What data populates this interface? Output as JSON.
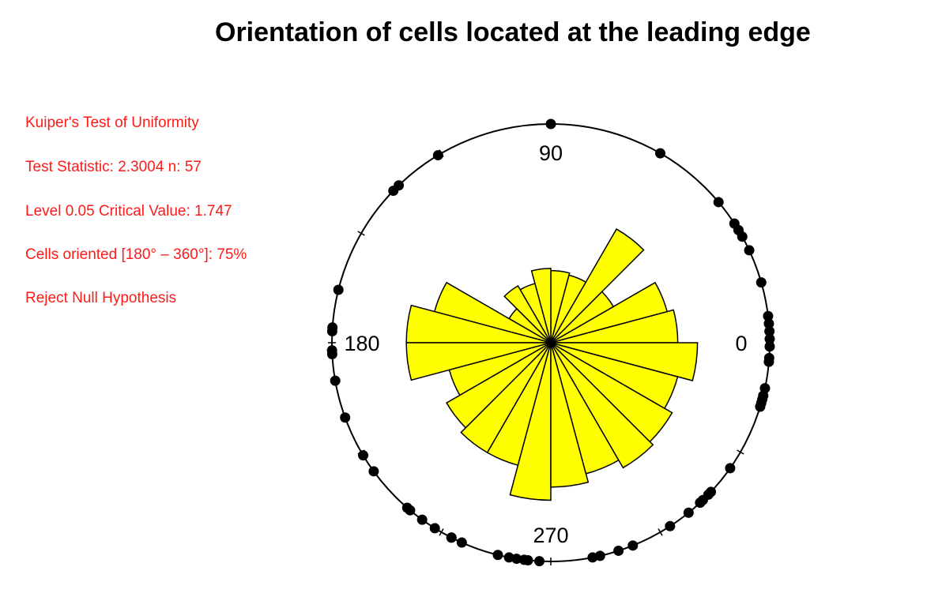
{
  "title": "Orientation of cells located at the leading edge",
  "stats": {
    "line1": "Kuiper's Test of Uniformity",
    "line2": "Test Statistic:  2.3004  n:  57",
    "line3": "Level 0.05 Critical Value: 1.747",
    "line4": "Cells oriented [180° – 360°]: 75%",
    "line5": "Reject Null Hypothesis"
  },
  "chart_data": {
    "type": "rose",
    "n": 57,
    "direction_labels": {
      "east": "0",
      "north": "90",
      "west": "180",
      "south": "270"
    },
    "bin_width_deg": 15,
    "bins_start_deg": [
      0,
      15,
      30,
      45,
      60,
      75,
      90,
      105,
      120,
      135,
      150,
      165,
      180,
      195,
      210,
      225,
      240,
      255,
      270,
      285,
      300,
      315,
      330,
      345
    ],
    "bin_lengths_relative_to_outer_circle": [
      0.58,
      0.55,
      0.33,
      0.6,
      0.32,
      0.33,
      0.34,
      0.28,
      0.3,
      0.22,
      0.55,
      0.66,
      0.66,
      0.48,
      0.55,
      0.58,
      0.58,
      0.72,
      0.66,
      0.62,
      0.66,
      0.64,
      0.6,
      0.67
    ],
    "data_points_deg": [
      90,
      60,
      40,
      33,
      31,
      29,
      25,
      16,
      7,
      5,
      3,
      1,
      359,
      356,
      355,
      348,
      346,
      345,
      344,
      343,
      325,
      317,
      316,
      314,
      313,
      313,
      309,
      303,
      292,
      288,
      283,
      281,
      267,
      264,
      263,
      261,
      259,
      256,
      246,
      243,
      243,
      238,
      234,
      230,
      229,
      216,
      211,
      200,
      190,
      183,
      182,
      177,
      176,
      166,
      136,
      134,
      121
    ]
  },
  "colors": {
    "petal_fill": "#ffff00",
    "stroke": "#000000",
    "stats_text": "#ff1a1a"
  }
}
